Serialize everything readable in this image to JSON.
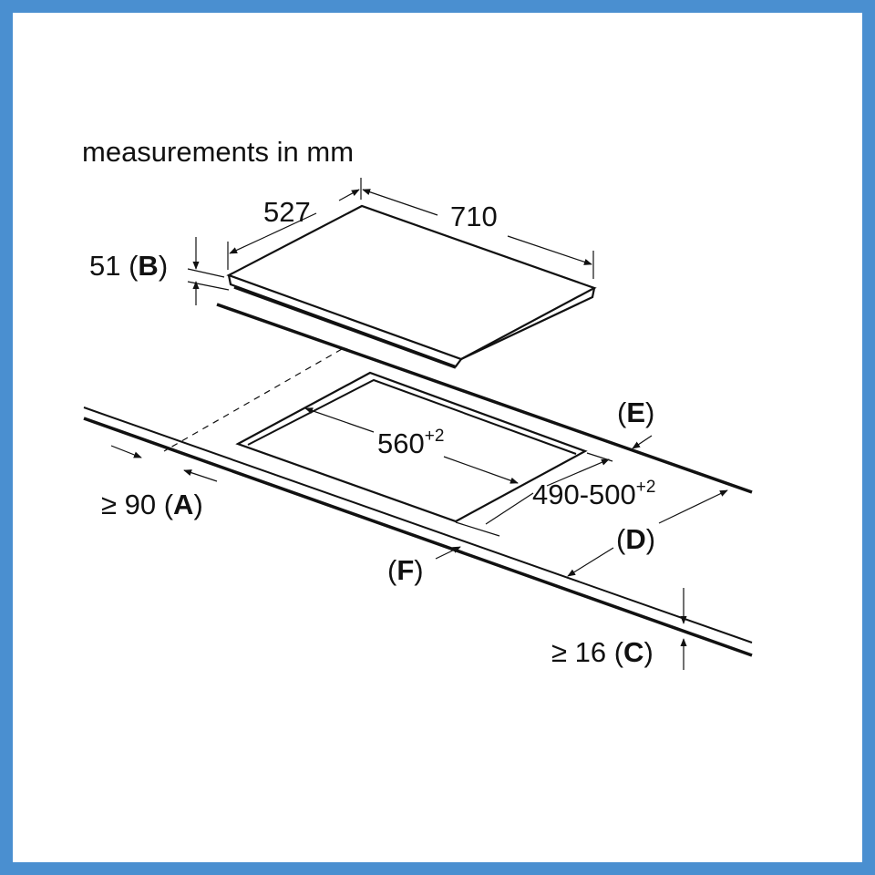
{
  "header": {
    "units": "measurements in mm"
  },
  "hob": {
    "width": "710",
    "depth": "527"
  },
  "cutout": {
    "width": "560",
    "width_tol": "+2",
    "depth": "490-500",
    "depth_tol": "+2"
  },
  "dims": {
    "B": {
      "value": "51",
      "letter": "B"
    },
    "A": {
      "prefix": "≥ 90",
      "letter": "A"
    },
    "C": {
      "prefix": "≥ 16",
      "letter": "C"
    },
    "D": {
      "letter": "D"
    },
    "E": {
      "letter": "E"
    },
    "F": {
      "letter": "F"
    }
  },
  "colors": {
    "frame": "#4a8fd0",
    "ink": "#111111"
  }
}
